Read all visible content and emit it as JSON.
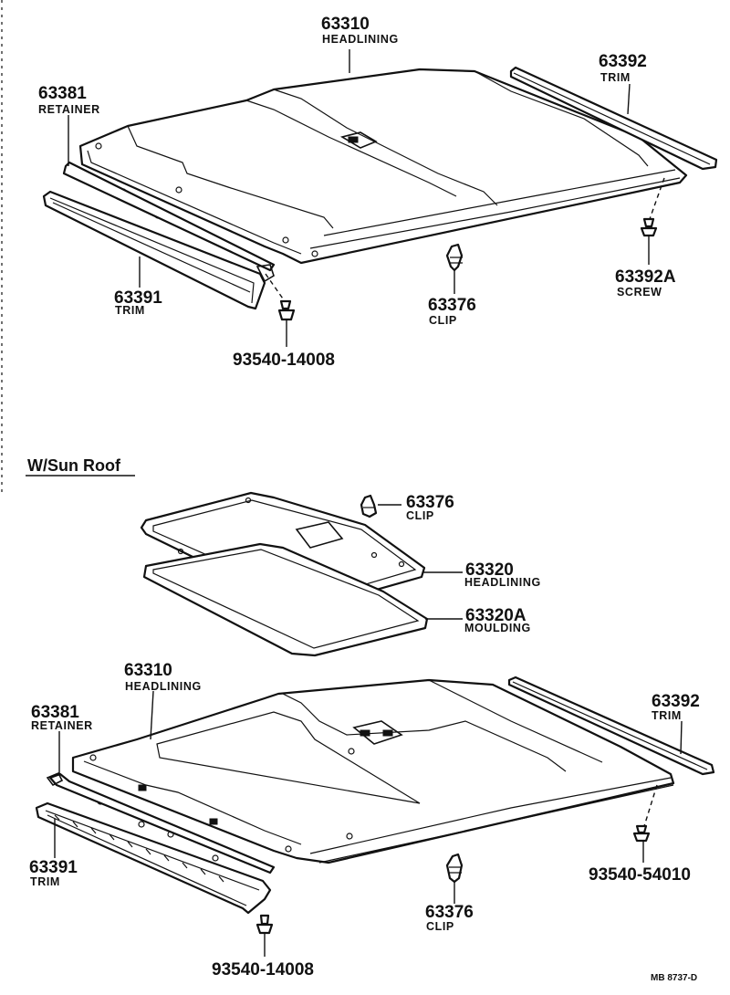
{
  "top_diagram": {
    "headlining": {
      "number": "63310",
      "name": "HEADLINING"
    },
    "retainer": {
      "number": "63381",
      "name": "RETAINER"
    },
    "trim_right": {
      "number": "63392",
      "name": "TRIM"
    },
    "trim_left": {
      "number": "63391",
      "name": "TRIM"
    },
    "clip": {
      "number": "63376",
      "name": "CLIP"
    },
    "screw_right": {
      "number": "63392A",
      "name": "SCREW"
    },
    "screw_left": {
      "number": "93540-14008"
    }
  },
  "section_title": "W/Sun Roof",
  "bottom_diagram": {
    "clip_top": {
      "number": "63376",
      "name": "CLIP"
    },
    "sunroof_headlining": {
      "number": "63320",
      "name": "HEADLINING"
    },
    "moulding": {
      "number": "63320A",
      "name": "MOULDING"
    },
    "headlining": {
      "number": "63310",
      "name": "HEADLINING"
    },
    "retainer": {
      "number": "63381",
      "name": "RETAINER"
    },
    "trim_right": {
      "number": "63392",
      "name": "TRIM"
    },
    "trim_left": {
      "number": "63391",
      "name": "TRIM"
    },
    "screw_right": {
      "number": "93540-54010"
    },
    "clip": {
      "number": "63376",
      "name": "CLIP"
    },
    "screw_left": {
      "number": "93540-14008"
    }
  },
  "drawing_code": "MB 8737-D"
}
